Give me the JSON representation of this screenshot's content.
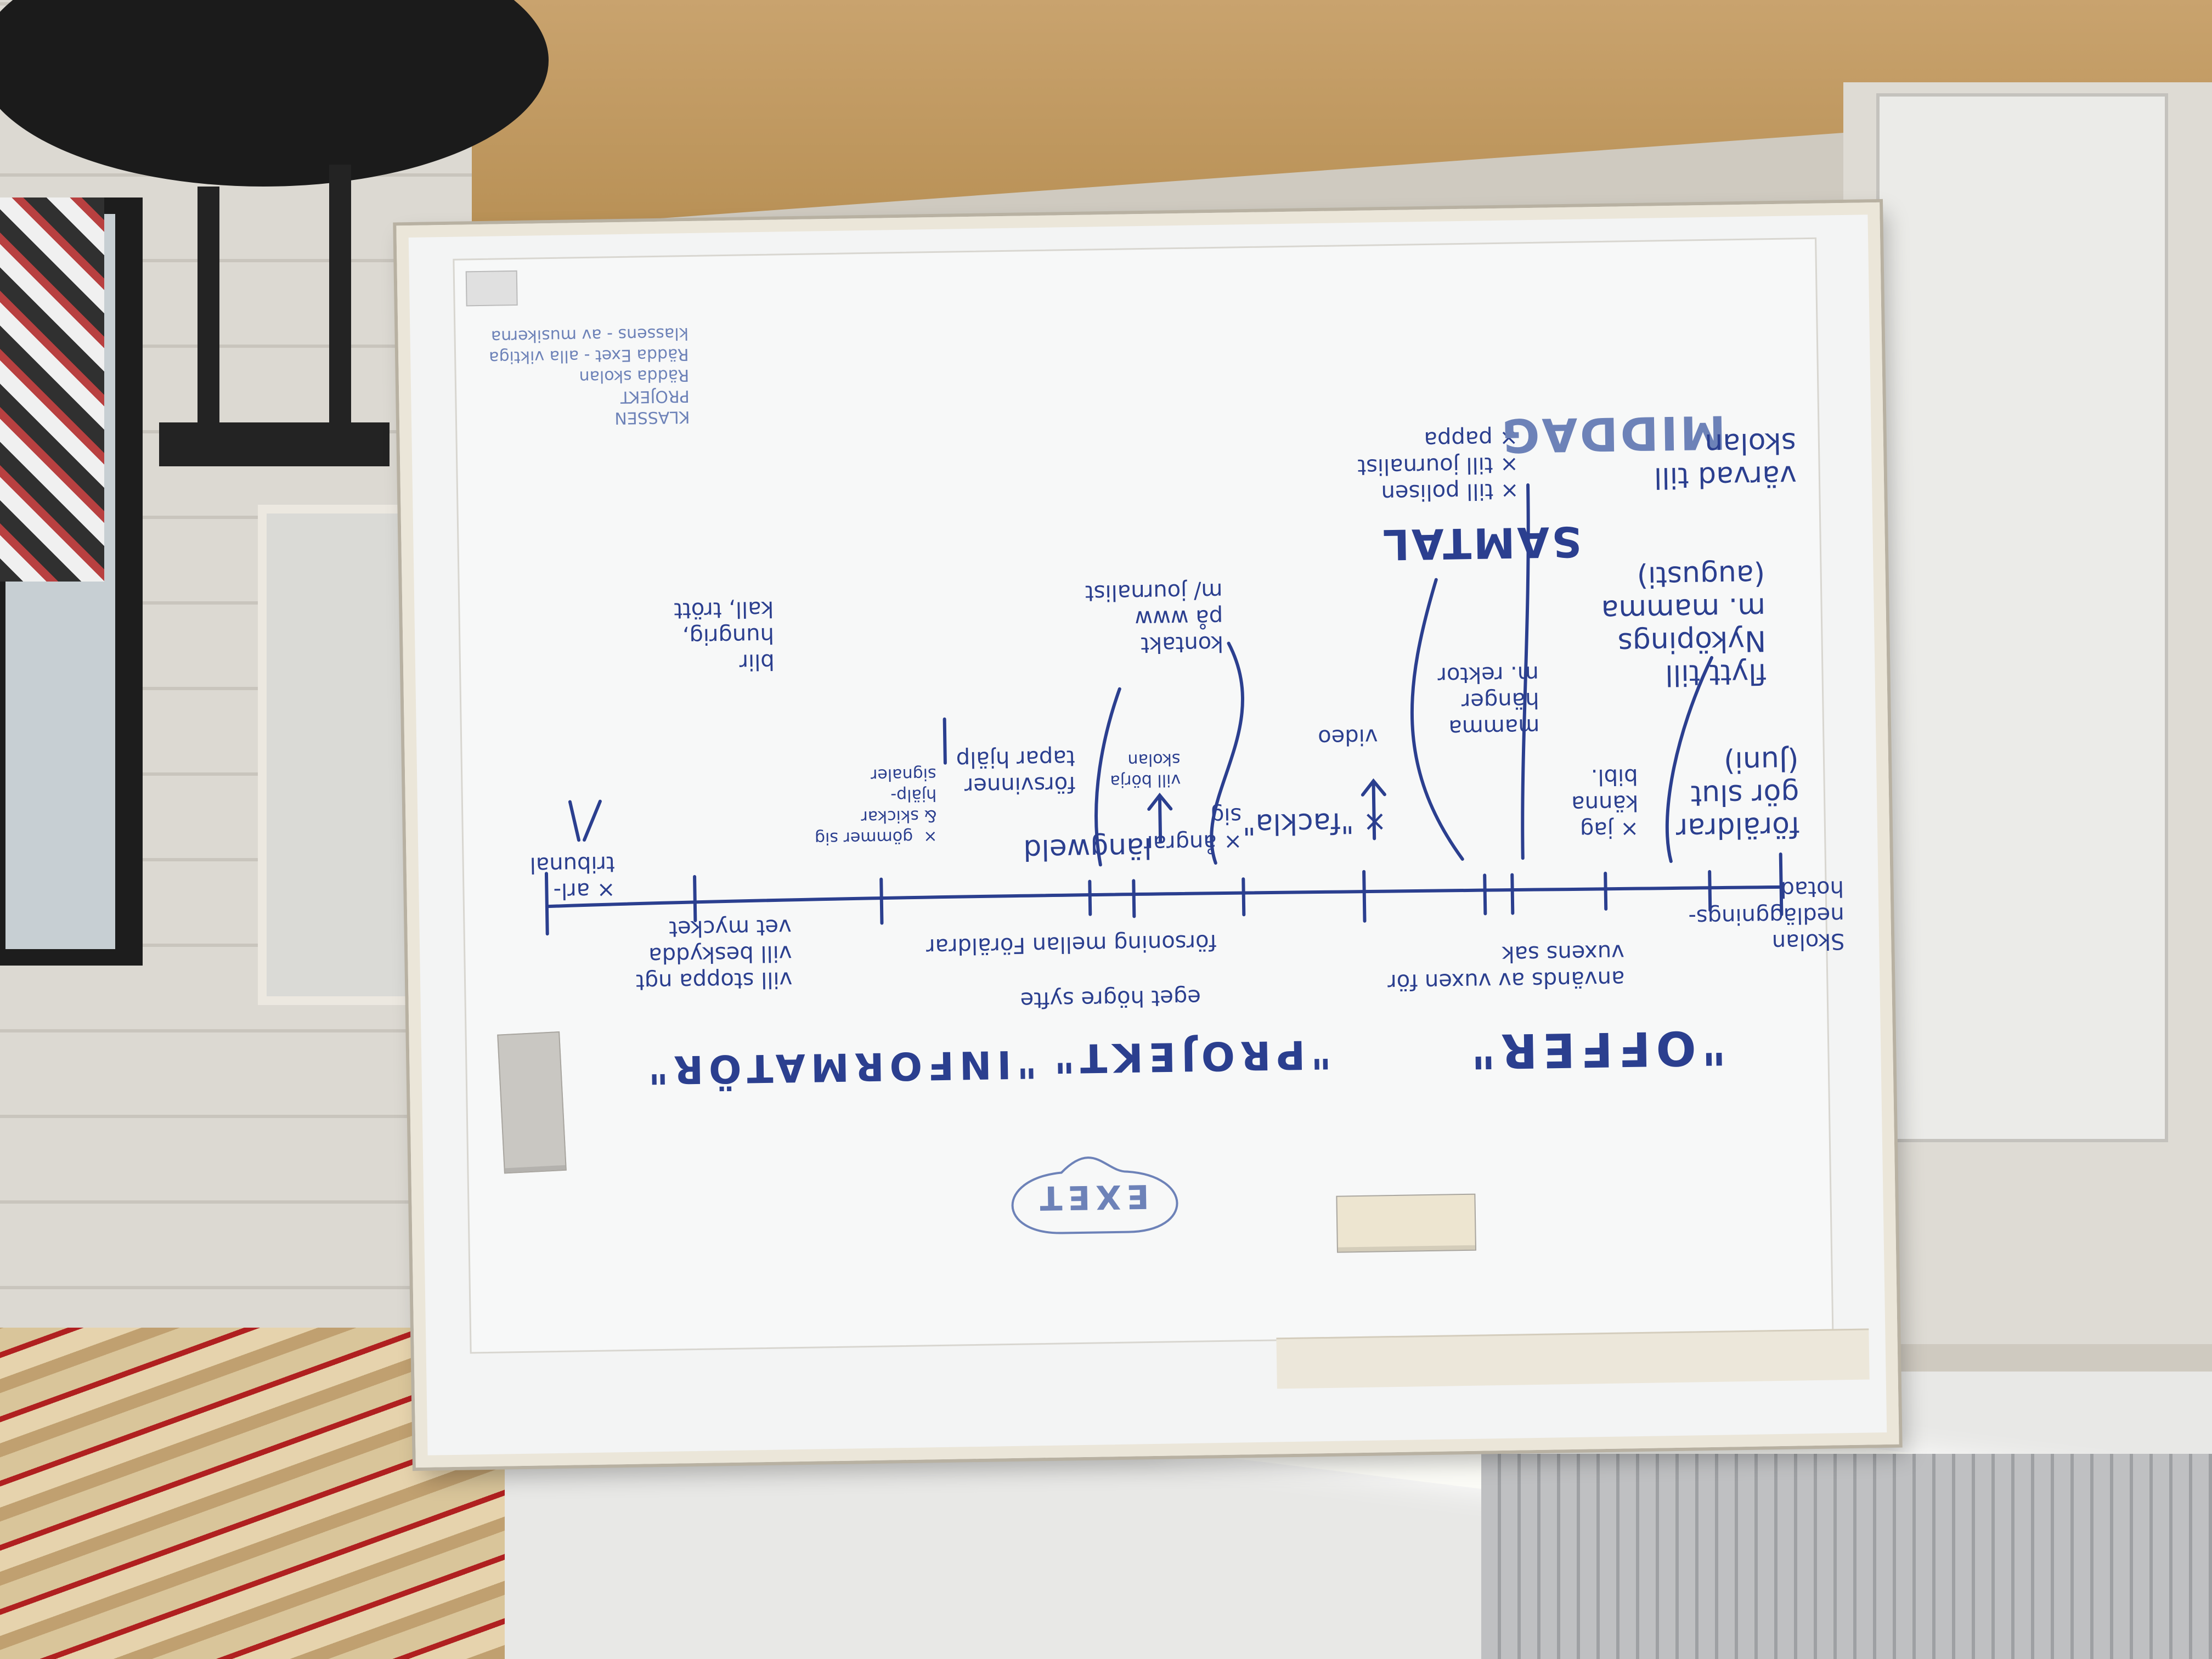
{
  "board": {
    "header_left": "\"OFFER\"",
    "header_mid": "\"PROJEKT\"",
    "header_right": "\"INFORMATÖR\"",
    "note_left": "används av vuxen för\nvuxens sak",
    "note_mid": "eget högre syfte",
    "note_right": "vill stoppa ngt\nvill beskydda\nvet mycket",
    "forsoning": "försoning mellan Föräldrar",
    "skolan": "Skolan\nnedläggnings-\nhotad",
    "fraldrar": "föräldrar\ngör slut\n(Juni)",
    "x_jag": "× jag\nkänna\nbibl.",
    "mamma": "mamma\nhänger\nm. rektor",
    "flytt": "flytt till\nNyköpings\nm. mamma\n(augusti)",
    "fackla": "× \"fackla\"",
    "video": "video",
    "x_angar": "× ångrar\nsig",
    "kontakt": "kontakt\npå www\nm/ journalist",
    "samtal": "SAMTAL",
    "samtal_list": "× till polisen\n× till journalist\n× pappa",
    "middag": "MIDDAG",
    "varvad": "värvad till\nskolan",
    "langweld": "längweld",
    "forvinner": "försvinner\ntapar hjälp",
    "vill_borja": "vill börja\nskolan",
    "x_gommer": "×  gömmer sig\n& skickar\nhjälp-\nsignaler",
    "blir_hungrig": "blir\nhungrig,\nkall, trött",
    "x_arl": "× arl-\ntribunal",
    "klassen": "KLASSEN\nPROJEKT\nRädda skolan\nRädda Exet - alla viktiga\nklassens - av musikerna",
    "exet": "EXET"
  },
  "colors": {
    "ink": "#2b3f8f",
    "board": "#f3f4f4",
    "frame": "#ebe6d9",
    "wall": "#d6d3cc"
  }
}
